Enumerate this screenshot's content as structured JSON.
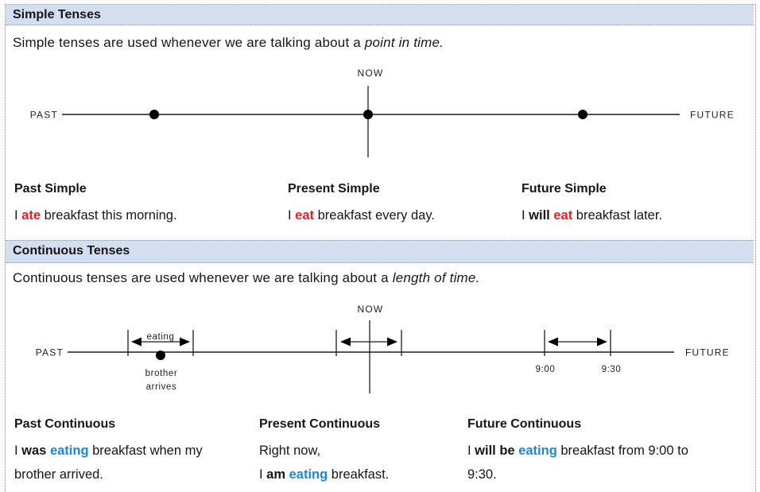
{
  "colors": {
    "band_bg": "#d3def0",
    "red": "#ee1c24",
    "blue": "#1789dc",
    "border": "#8f8f8f",
    "text": "#161616"
  },
  "sections": {
    "simple": {
      "header": "Simple Tenses",
      "intro": {
        "prefix": "Simple tenses are used whenever we are talking about a ",
        "italic": "point in time."
      },
      "timeline": {
        "now": "NOW",
        "past": "PAST",
        "future": "FUTURE"
      },
      "examples": [
        {
          "title": "Past Simple",
          "lines": [
            [
              {
                "t": "I "
              },
              {
                "t": "ate",
                "s": "red"
              },
              {
                "t": " breakfast this morning."
              }
            ]
          ]
        },
        {
          "title": "Present Simple",
          "lines": [
            [
              {
                "t": "I "
              },
              {
                "t": "eat",
                "s": "red"
              },
              {
                "t": " breakfast every day."
              }
            ]
          ]
        },
        {
          "title": "Future Simple",
          "lines": [
            [
              {
                "t": "I "
              },
              {
                "t": "will",
                "s": "bold"
              },
              {
                "t": " "
              },
              {
                "t": "eat",
                "s": "red"
              },
              {
                "t": " breakfast later."
              }
            ]
          ]
        }
      ]
    },
    "continuous": {
      "header": "Continuous Tenses",
      "intro": {
        "prefix": "Continuous tenses are used whenever we are talking about a ",
        "italic": "length of time."
      },
      "timeline": {
        "now": "NOW",
        "past": "PAST",
        "future": "FUTURE",
        "span_label": "eating",
        "event_line1": "brother",
        "event_line2": "arrives",
        "future_start": "9:00",
        "future_end": "9:30"
      },
      "examples": [
        {
          "title": "Past Continuous",
          "lines": [
            [
              {
                "t": "I "
              },
              {
                "t": "was",
                "s": "bold"
              },
              {
                "t": " "
              },
              {
                "t": "eating",
                "s": "blue"
              },
              {
                "t": " breakfast when my"
              }
            ],
            [
              {
                "t": "brother arrived."
              }
            ]
          ]
        },
        {
          "title": "Present Continuous",
          "lines": [
            [
              {
                "t": "Right now,"
              }
            ],
            [
              {
                "t": "I "
              },
              {
                "t": "am",
                "s": "bold"
              },
              {
                "t": " "
              },
              {
                "t": "eating",
                "s": "blue"
              },
              {
                "t": " breakfast."
              }
            ]
          ]
        },
        {
          "title": "Future Continuous",
          "lines": [
            [
              {
                "t": "I "
              },
              {
                "t": "will be",
                "s": "bold"
              },
              {
                "t": " "
              },
              {
                "t": "eating",
                "s": "blue"
              },
              {
                "t": " breakfast from 9:00 to"
              }
            ],
            [
              {
                "t": "9:30."
              }
            ]
          ]
        }
      ]
    }
  }
}
